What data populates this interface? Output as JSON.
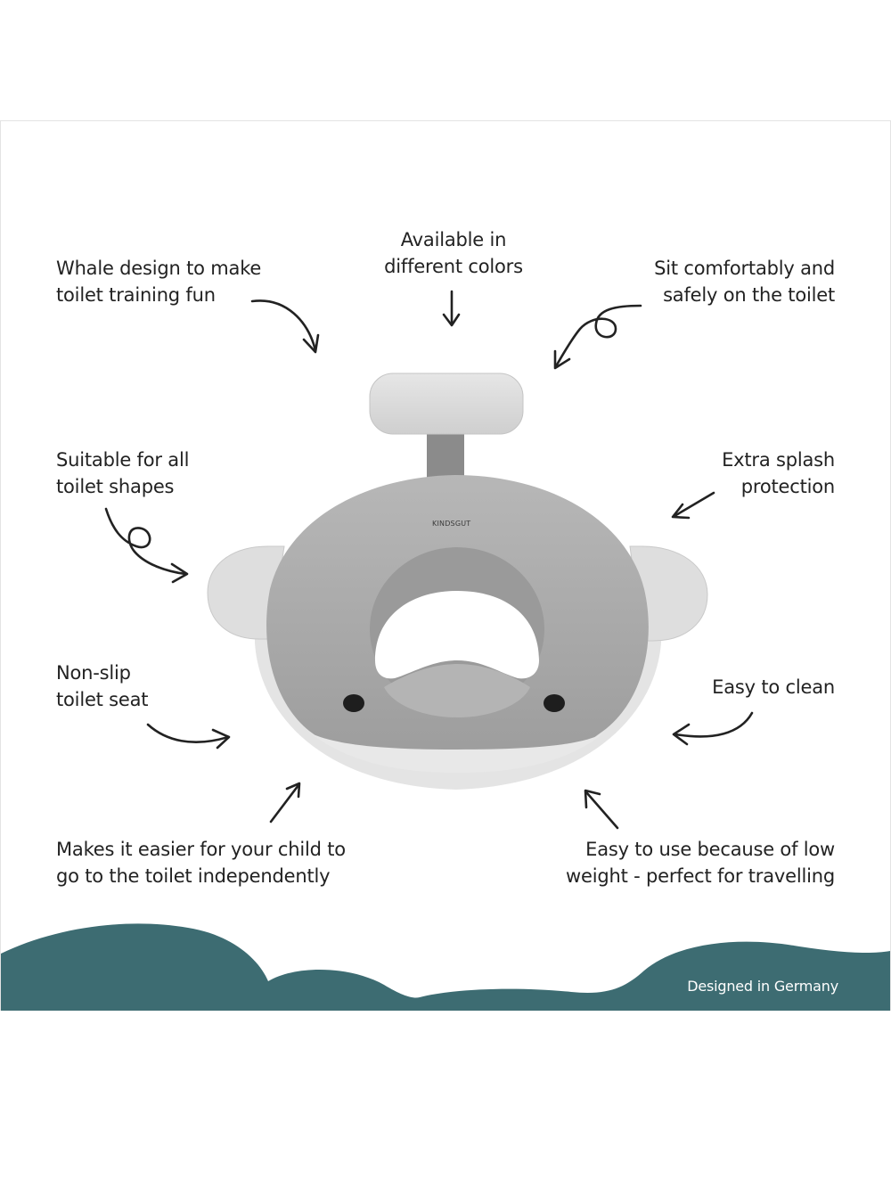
{
  "features": {
    "whale_design": [
      "Whale design to make",
      "toilet training fun"
    ],
    "colors": [
      "Available in",
      "different colors"
    ],
    "sit_comfortably": [
      "Sit comfortably and",
      "safely on the toilet"
    ],
    "toilet_shapes": [
      "Suitable for all",
      "toilet shapes"
    ],
    "splash": [
      "Extra splash",
      "protection"
    ],
    "non_slip": [
      "Non-slip",
      "toilet seat"
    ],
    "easy_clean": [
      "Easy to clean"
    ],
    "independent": [
      "Makes it easier for your child to",
      "go to the toilet independently"
    ],
    "low_weight": [
      "Easy to use because of low",
      "weight - perfect for travelling"
    ]
  },
  "brand": "KINDSGUT",
  "footer": "Designed in Germany",
  "colors": {
    "wave": "#3d6c72",
    "seat_body": "#a6a6a6",
    "seat_light": "#dcdcdc",
    "text": "#222222"
  }
}
